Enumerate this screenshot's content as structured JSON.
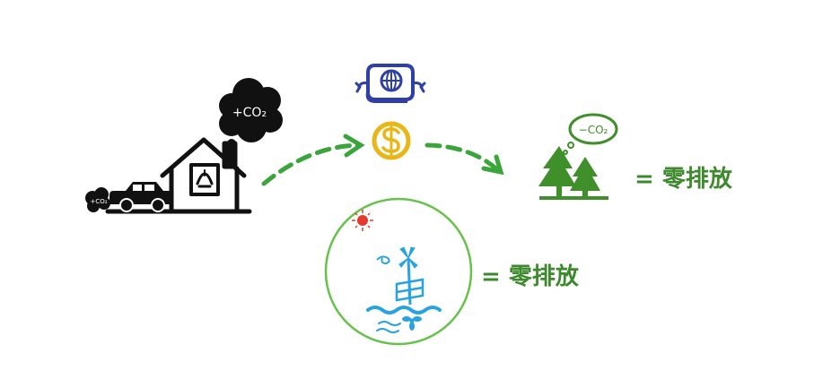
{
  "colors": {
    "ink": "#111111",
    "smoke": "#111111",
    "arrow_green": "#3aa53a",
    "tree_green": "#3f8f2a",
    "text_green": "#3d8a2c",
    "coin_yellow": "#e8b617",
    "certificate_blue": "#2f3fa8",
    "circle_green": "#66c24a",
    "sun_red": "#e33a2c",
    "water_blue": "#29a3e0"
  },
  "labels": {
    "house_cloud": "+CO₂",
    "car_exhaust": "+CO₂",
    "tree_bubble": "−CO₂",
    "zero_emission_top": "= 零排放",
    "zero_emission_bottom": "= 零排放"
  },
  "icons": {
    "house": "house-icon",
    "car": "car-icon",
    "certificate": "carbon-certificate-icon",
    "coin": "dollar-coin-icon",
    "trees": "trees-icon",
    "renewable": "renewable-energy-icon"
  }
}
